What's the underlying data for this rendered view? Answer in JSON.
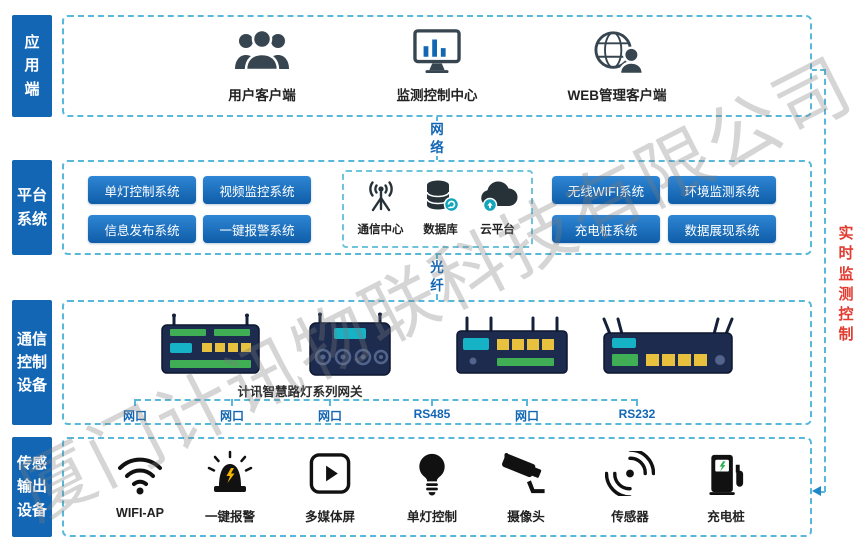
{
  "watermark": "厦门计讯物联科技有限公司",
  "colors": {
    "accent_blue": "#1266b4",
    "dashed_border": "#57b8da",
    "alert_red": "#e23b30",
    "device_body": "#1d2c4e",
    "port_yellow": "#e8c23f",
    "terminal_green": "#3fae55",
    "logo_teal": "#16b3c6"
  },
  "rows": {
    "app": {
      "label": "应\n用\n端",
      "items": [
        {
          "icon": "users-icon",
          "label": "用户客户端"
        },
        {
          "icon": "monitor-chart-icon",
          "label": "监测控制中心"
        },
        {
          "icon": "globe-user-icon",
          "label": "WEB管理客户端"
        }
      ]
    },
    "platform": {
      "label": "平台\n系统",
      "buttons_left": [
        "单灯控制系统",
        "视频监控系统",
        "信息发布系统",
        "一键报警系统"
      ],
      "center_items": [
        {
          "icon": "antenna-icon",
          "label": "通信中心"
        },
        {
          "icon": "database-icon",
          "label": "数据库"
        },
        {
          "icon": "cloud-icon",
          "label": "云平台"
        }
      ],
      "buttons_right": [
        "无线WIFI系统",
        "环境监测系统",
        "充电桩系统",
        "数据展现系统"
      ]
    },
    "comm": {
      "label": "通信\n控制\n设备",
      "caption": "计讯智慧路灯系列网关",
      "ports": [
        "网口",
        "网口",
        "网口",
        "RS485",
        "网口",
        "RS232"
      ]
    },
    "sensor": {
      "label": "传感\n输出\n设备",
      "items": [
        {
          "icon": "wifi-icon",
          "label": "WIFI-AP"
        },
        {
          "icon": "alarm-light-icon",
          "label": "一键报警"
        },
        {
          "icon": "media-screen-icon",
          "label": "多媒体屏"
        },
        {
          "icon": "bulb-icon",
          "label": "单灯控制"
        },
        {
          "icon": "cctv-camera-icon",
          "label": "摄像头"
        },
        {
          "icon": "signal-icon",
          "label": "传感器"
        },
        {
          "icon": "ev-charger-icon",
          "label": "充电桩"
        }
      ]
    }
  },
  "connectors": {
    "network": "网\n络",
    "fiber": "光\n纤",
    "realtime": "实\n时\n监\n测\n控\n制"
  }
}
